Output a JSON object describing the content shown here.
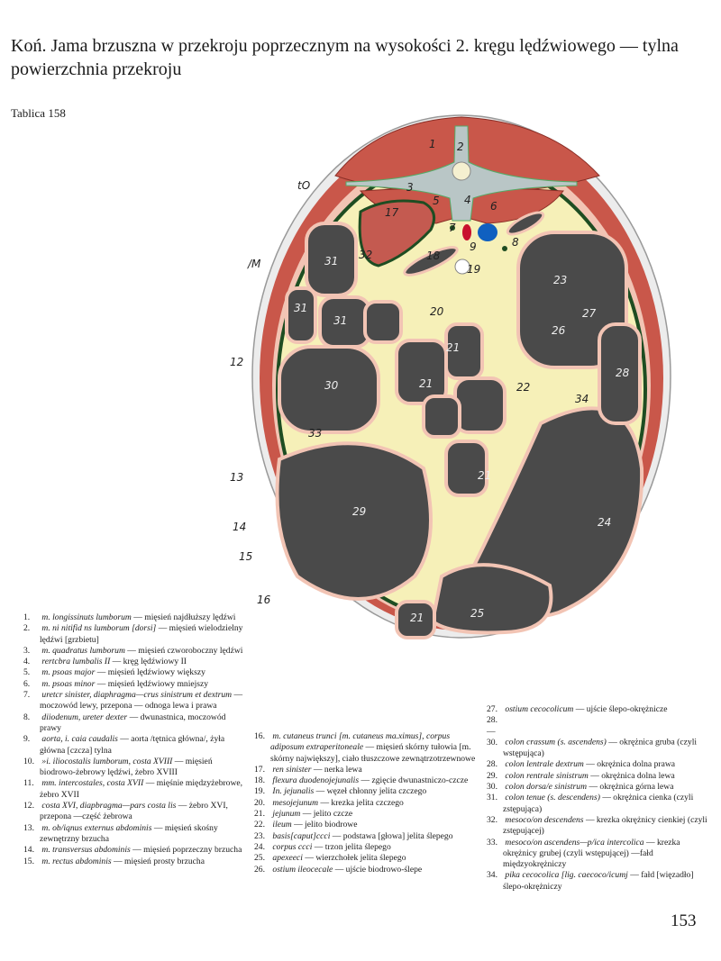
{
  "title": "Koń. Jama brzuszna w przekroju poprzecznym na wysokości 2. kręgu lędźwiowego — tylna powierzchnia przekroju",
  "plate": "Tablica 158",
  "page_number": "153",
  "diagram_labels": {
    "l1": "1",
    "l2": "2",
    "l3": "3",
    "l4": "4",
    "l5": "5",
    "l6": "6",
    "l7": "7",
    "l8": "8",
    "l9": "9",
    "l10": "tO",
    "l11": "/M",
    "l12": "12",
    "l13": "13",
    "l14": "14",
    "l15": "15",
    "l16": "16",
    "l17": "17",
    "l18": "18",
    "l19": "19",
    "l20": "20",
    "l21": "21",
    "l22": "22",
    "l23": "23",
    "l24": "24",
    "l25": "25",
    "l26": "26",
    "l27": "27",
    "l28": "28",
    "l29": "29",
    "l30": "30",
    "l31": "31",
    "l32": "32",
    "l33": "33",
    "l34": "34"
  },
  "legend": {
    "col1": [
      {
        "num": "1.",
        "latin": "m. longissinuts lumborum",
        "polish": "— mięsień najdłuższy lędźwi"
      },
      {
        "num": "2.",
        "latin": "m. ni nitifid ns lumborum [dorsi]",
        "polish": "— mięsień wielodzielny lędźwi [grzbietu]"
      },
      {
        "num": "3.",
        "latin": "m. quadratus lumborum",
        "polish": "— mięsień czworoboczny lędźwi"
      },
      {
        "num": "4.",
        "latin": "rertcbra lumbalis II",
        "polish": "— kręg lędźwiowy II"
      },
      {
        "num": "5.",
        "latin": "m. psoas major",
        "polish": "— mięsień lędźwiowy większy"
      },
      {
        "num": "6.",
        "latin": "m. psoas minor",
        "polish": "— mięsień lędźwiowy mniejszy"
      },
      {
        "num": "7.",
        "latin": "uretcr sinister, diaphragma—crus sinistrum et dextrum",
        "polish": "— moczowód lewy, przepona — odnoga lewa i prawa"
      },
      {
        "num": "8.",
        "latin": "diiodenum, ureter dexter",
        "polish": "— dwunastnica, moczowód prawy"
      },
      {
        "num": "9.",
        "latin": "aorta, i. caia caudalis",
        "polish": "— aorta /tętnica główna/, żyła główna [czcza] tylna"
      },
      {
        "num": "10.",
        "latin": "»i. iliocostalis lumborum, costa XVIII",
        "polish": "— mięsień biodrowo-żebrowy lędźwi, żebro XVIII"
      },
      {
        "num": "11.",
        "latin": "mm. intercostales, costa XVII",
        "polish": "— mięśnie międzyżebrowe, żebro XVII"
      },
      {
        "num": "12.",
        "latin": "costa XVI, diapbragma—pars costa lis",
        "polish": "— żebro XVI, przepona —część żebrowa"
      },
      {
        "num": "13.",
        "latin": "m. ob/iqnus externus abdominis",
        "polish": "— mięsień skośny zewnętrzny brzucha"
      },
      {
        "num": "14.",
        "latin": "m. transversus abdominis",
        "polish": "— mięsień poprzeczny brzucha"
      },
      {
        "num": "15.",
        "latin": "m. rectus abdominis",
        "polish": "— mięsień prosty brzucha"
      }
    ],
    "col2": [
      {
        "num": "16.",
        "latin": "m. cutaneus trunci [m. cutaneus ma.ximus], corpus adiposum extraperitoneale",
        "polish": "— mięsień skórny tułowia [m. skórny największy], ciało tłuszczowe zewnątrzotrzewnowe"
      },
      {
        "num": "17.",
        "latin": "ren sinister",
        "polish": "— nerka lewa"
      },
      {
        "num": "18.",
        "latin": "flexura duodenojejunalis",
        "polish": "— zgięcie dwunastniczo-czcze"
      },
      {
        "num": "19.",
        "latin": "In. jejunalis",
        "polish": "— węzeł chłonny jelita czczego"
      },
      {
        "num": "20.",
        "latin": "mesojejunum",
        "polish": "— krezka jelita czczego"
      },
      {
        "num": "21.",
        "latin": "jejunum",
        "polish": "— jelito czcze"
      },
      {
        "num": "22.",
        "latin": "ileum",
        "polish": "— jelito biodrowe"
      },
      {
        "num": "23.",
        "latin": "basis[caput]ccci",
        "polish": "— podstawa [głowa] jelita ślepego"
      },
      {
        "num": "24.",
        "latin": "corpus ccci",
        "polish": "— trzon jelita ślepego"
      },
      {
        "num": "25.",
        "latin": "apexeeci",
        "polish": "— wierzchołek jelita ślepego"
      },
      {
        "num": "26.",
        "latin": "ostium ileocecale",
        "polish": "— ujście biodrowo-ślepe"
      }
    ],
    "col3": [
      {
        "num": "27.",
        "latin": "ostium cecocolicum",
        "polish": "— ujście ślepo-okrężnicze"
      },
      {
        "num": "28.—30.",
        "latin": "colon crassum (s. ascendens)",
        "polish": "— okrężnica gruba (czyli wstępująca)"
      },
      {
        "num": "28.",
        "latin": "colon lentrale dextrum",
        "polish": "— okrężnica dolna prawa"
      },
      {
        "num": "29.",
        "latin": "colon rentrale sinistrum",
        "polish": "— okrężnica dolna lewa"
      },
      {
        "num": "30.",
        "latin": "colon dorsa/e sinistrum",
        "polish": "— okrężnica górna lewa"
      },
      {
        "num": "31.",
        "latin": "colon tenue (s. descendens)",
        "polish": "— okrężnica cienka (czyli zstępująca)"
      },
      {
        "num": "32.",
        "latin": "mesoco/on descendens",
        "polish": "— krezka okrężnicy cienkiej (czyli zstępującej)"
      },
      {
        "num": "33.",
        "latin": "mesoco/on ascendens—p/ica intercolica",
        "polish": "— krezka okrężnicy grubej (czyli wstępującej) —fałd międzyokrężniczy"
      },
      {
        "num": "34.",
        "latin": "pika cecocolica [lig. caecoco/icumj",
        "polish": "— fałd [więzadło] ślepo-okrężniczy"
      }
    ]
  },
  "colors": {
    "muscle": "#c9574a",
    "fat": "#f6f0b8",
    "mesentery": "#1e4d22",
    "lumen": "#4a4a4a",
    "serosa": "#f2c4b4",
    "skin": "#e6e6e6",
    "artery": "#c8102e",
    "vein": "#1060c0"
  }
}
